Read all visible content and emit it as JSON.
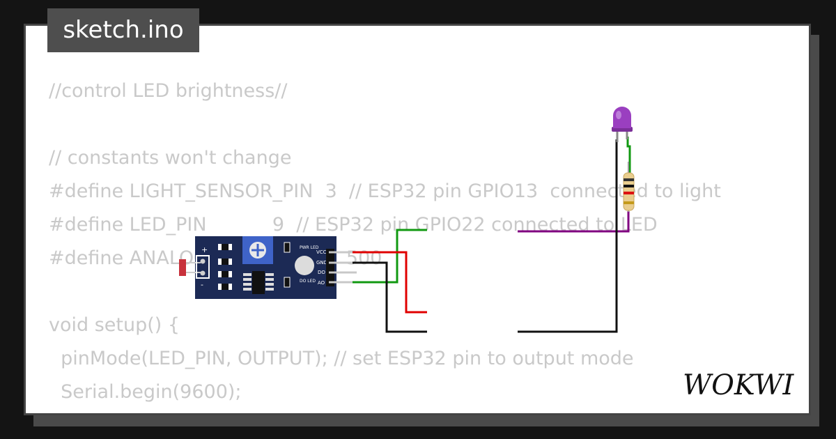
{
  "file_tab": {
    "label": "sketch.ino"
  },
  "code_lines": [
    "//control LED brightness//",
    "",
    "// constants won't change",
    "#define LIGHT_SENSOR_PIN  3  // ESP32 pin GPIO13  connected to light",
    "#define LED_PIN           9  // ESP32 pin GPIO22 connected to LED",
    "#define ANALOG_THRESHOLD  500",
    "",
    "void setup() {",
    "  pinMode(LED_PIN, OUTPUT); // set ESP32 pin to output mode",
    "  Serial.begin(9600);",
    "}"
  ],
  "sensor_module": {
    "pins": [
      "VCC",
      "GND",
      "DO",
      "AO"
    ],
    "led_labels": [
      "PWR LED",
      "DO LED"
    ]
  },
  "brand": {
    "logo": "WOKWI"
  },
  "colors": {
    "board": "#1c2a55",
    "wire_green": "#119911",
    "wire_red": "#e00000",
    "wire_black": "#111111",
    "wire_purple": "#800080",
    "led": "#9a3fc0"
  }
}
